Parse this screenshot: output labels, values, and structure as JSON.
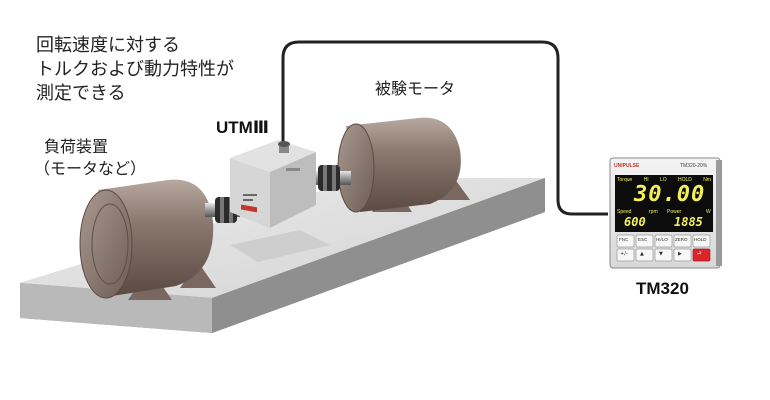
{
  "caption": {
    "lines": [
      "回転速度に対する",
      "トルクおよび動力特性が",
      "測定できる"
    ]
  },
  "labels": {
    "test_motor": "被験モータ",
    "load_device_line1": "負荷装置",
    "load_device_line2": "（モータなど）",
    "sensor_model": "UTMⅢ",
    "meter_model": "TM320"
  },
  "meter": {
    "brand": "UNIPULSE",
    "model_small": "TM320-20%",
    "top_labels": [
      "Torque",
      "HI",
      "LO",
      "HOLD",
      "Nm"
    ],
    "main_value": "30.00",
    "speed_label": "Speed",
    "rpm_unit": "rpm",
    "power_label": "Power",
    "power_unit": "W",
    "speed_value": "600",
    "power_value": "1885",
    "keys_row1": [
      "FNC",
      "ESC",
      "HI/LO",
      "ZERO",
      "HOLD"
    ],
    "keys_row2": [
      "+/-",
      "▲",
      "▼",
      "▶",
      "⮐"
    ]
  },
  "colors": {
    "display_bg": "#0c0c0c",
    "display_digits": "#f3f15a",
    "enter_key": "#d9262b",
    "cable": "#222222"
  }
}
